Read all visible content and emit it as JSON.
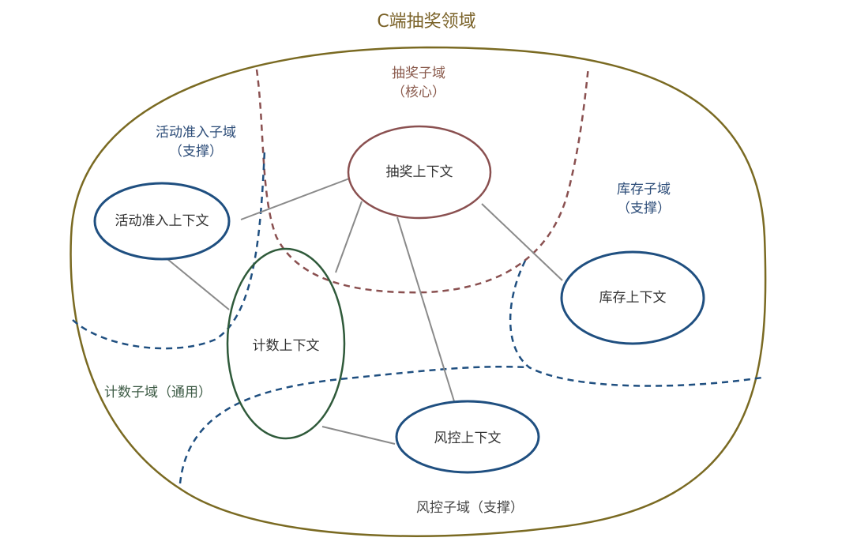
{
  "title": "C端抽奖领域",
  "colors": {
    "domain_border": "#7a6a22",
    "core": "#8a5050",
    "support": "#1f4f80",
    "generic": "#2f5a3a",
    "link": "#8a8a8a"
  },
  "subdomains": {
    "lottery": {
      "name": "抽奖子域",
      "type": "（核心）"
    },
    "access": {
      "name": "活动准入子域",
      "type": "（支撑）"
    },
    "inventory": {
      "name": "库存子域",
      "type": "（支撑）"
    },
    "counter": {
      "name": "计数子域（通用）"
    },
    "risk": {
      "name": "风控子域（支撑）"
    }
  },
  "contexts": {
    "lottery": "抽奖上下文",
    "access": "活动准入上下文",
    "inventory": "库存上下文",
    "counter": "计数上下文",
    "risk": "风控上下文"
  }
}
